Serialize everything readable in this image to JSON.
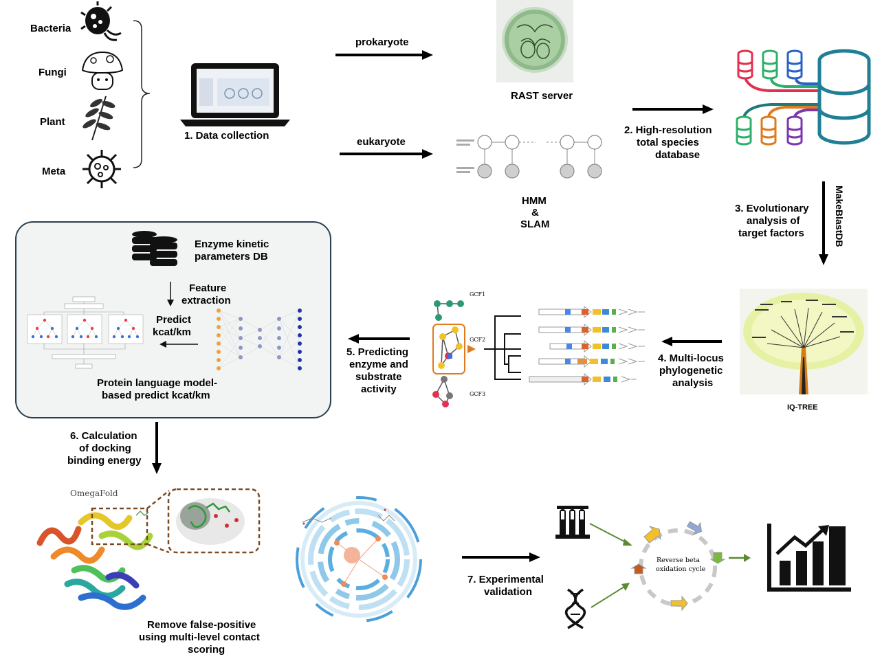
{
  "sources": {
    "bacteria": "Bacteria",
    "fungi": "Fungi",
    "plant": "Plant",
    "meta": "Meta"
  },
  "steps": {
    "s1": "1. Data collection",
    "s2": [
      "2. High-resolution",
      "total species",
      "database"
    ],
    "s3": [
      "3. Evolutionary",
      "analysis of",
      "target factors"
    ],
    "s4": [
      "4. Multi-locus",
      "phylogenetic",
      "analysis"
    ],
    "s5": [
      "5. Predicting",
      "enzyme and",
      "substrate",
      "activity"
    ],
    "s6": [
      "6. Calculation",
      "of docking",
      "binding energy"
    ],
    "s7": [
      "7. Experimental",
      "validation"
    ]
  },
  "tools": {
    "prokaryote": "prokaryote",
    "eukaryote": "eukaryote",
    "rast": "RAST server",
    "hmm": [
      "HMM",
      "&",
      "SLAM"
    ],
    "makeblastdb": "MakeBlastDB",
    "iqtree": "IQ-TREE",
    "omegafold": "OmegaFold"
  },
  "panel": {
    "db_title": [
      "Enzyme kinetic",
      "parameters DB"
    ],
    "feature": [
      "Feature",
      "extraction"
    ],
    "predict": [
      "Predict",
      "kcat/km"
    ],
    "bottom": [
      "Protein language model-",
      "based predict kcat/km"
    ]
  },
  "gcf": {
    "gcf1": "GCF1",
    "gcf2": "GCF2",
    "gcf3": "GCF3"
  },
  "docking": {
    "remove": [
      "Remove false-positive",
      "using multi-level contact",
      "scoring"
    ]
  },
  "cycle": {
    "label": [
      "Reverse beta",
      "oxidation cycle"
    ]
  }
}
